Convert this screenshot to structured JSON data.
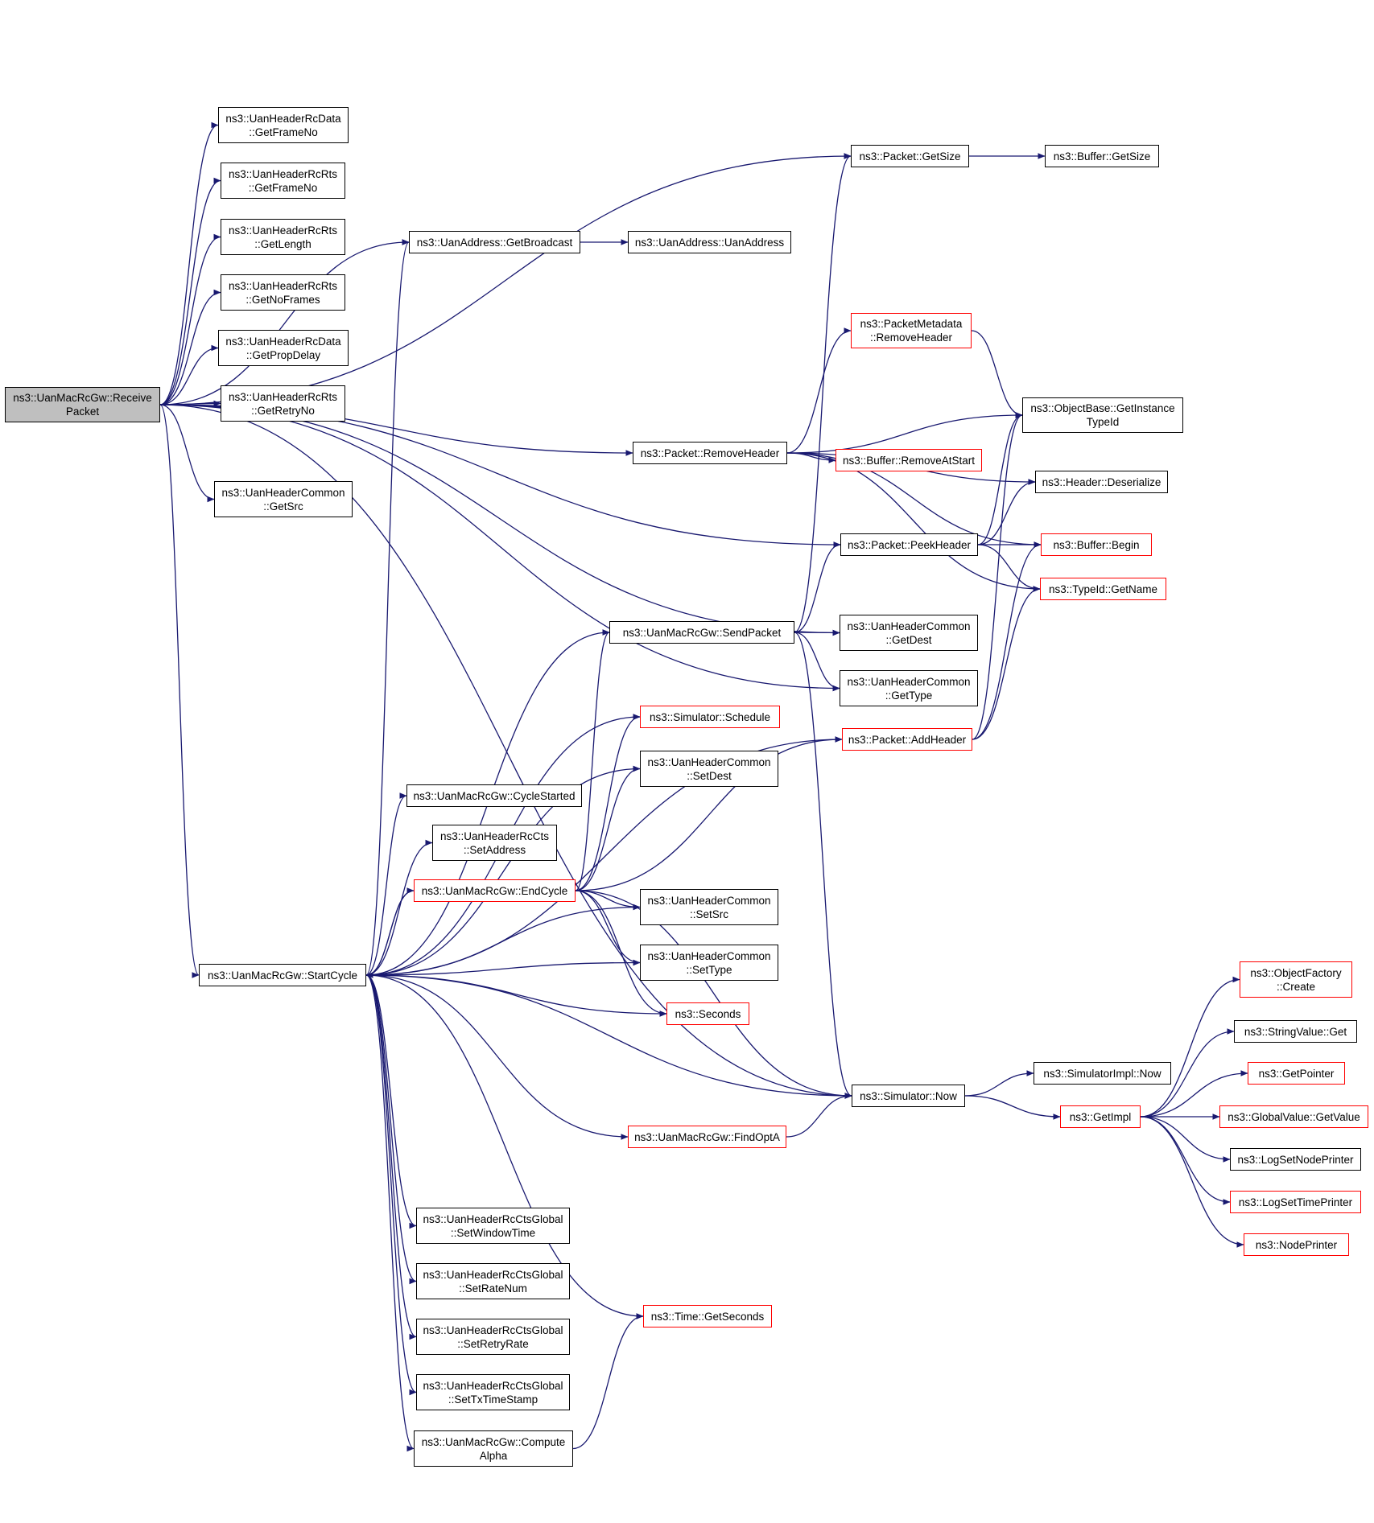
{
  "colors": {
    "edge": "#191970",
    "border": "#000000",
    "highlight_border": "#ff0000",
    "root_fill": "#bfbfbf"
  },
  "nodes": [
    {
      "id": "receive",
      "lines": [
        "ns3::UanMacRcGw::Receive",
        "Packet"
      ],
      "style": "root"
    },
    {
      "id": "data_frameno",
      "lines": [
        "ns3::UanHeaderRcData",
        "::GetFrameNo"
      ]
    },
    {
      "id": "rts_frameno",
      "lines": [
        "ns3::UanHeaderRcRts",
        "::GetFrameNo"
      ]
    },
    {
      "id": "rts_length",
      "lines": [
        "ns3::UanHeaderRcRts",
        "::GetLength"
      ]
    },
    {
      "id": "rts_noframes",
      "lines": [
        "ns3::UanHeaderRcRts",
        "::GetNoFrames"
      ]
    },
    {
      "id": "data_propdelay",
      "lines": [
        "ns3::UanHeaderRcData",
        "::GetPropDelay"
      ]
    },
    {
      "id": "rts_retryno",
      "lines": [
        "ns3::UanHeaderRcRts",
        "::GetRetryNo"
      ]
    },
    {
      "id": "common_getsrc",
      "lines": [
        "ns3::UanHeaderCommon",
        "::GetSrc"
      ]
    },
    {
      "id": "getbroadcast",
      "lines": [
        "ns3::UanAddress::GetBroadcast"
      ]
    },
    {
      "id": "uanaddress",
      "lines": [
        "ns3::UanAddress::UanAddress"
      ]
    },
    {
      "id": "packet_getsize",
      "lines": [
        "ns3::Packet::GetSize"
      ]
    },
    {
      "id": "buffer_getsize",
      "lines": [
        "ns3::Buffer::GetSize"
      ]
    },
    {
      "id": "pm_removeheader",
      "lines": [
        "ns3::PacketMetadata",
        "::RemoveHeader"
      ],
      "style": "red"
    },
    {
      "id": "getinstancetypeid",
      "lines": [
        "ns3::ObjectBase::GetInstance",
        "TypeId"
      ]
    },
    {
      "id": "packet_removeheader",
      "lines": [
        "ns3::Packet::RemoveHeader"
      ]
    },
    {
      "id": "buffer_removeatstart",
      "lines": [
        "ns3::Buffer::RemoveAtStart"
      ],
      "style": "red"
    },
    {
      "id": "header_deserialize",
      "lines": [
        "ns3::Header::Deserialize"
      ]
    },
    {
      "id": "buffer_begin",
      "lines": [
        "ns3::Buffer::Begin"
      ],
      "style": "red"
    },
    {
      "id": "packet_peekheader",
      "lines": [
        "ns3::Packet::PeekHeader"
      ]
    },
    {
      "id": "typeid_getname",
      "lines": [
        "ns3::TypeId::GetName"
      ],
      "style": "red"
    },
    {
      "id": "sendpacket",
      "lines": [
        "ns3::UanMacRcGw::SendPacket"
      ]
    },
    {
      "id": "common_getdest",
      "lines": [
        "ns3::UanHeaderCommon",
        "::GetDest"
      ]
    },
    {
      "id": "common_gettype",
      "lines": [
        "ns3::UanHeaderCommon",
        "::GetType"
      ]
    },
    {
      "id": "schedule",
      "lines": [
        "ns3::Simulator::Schedule"
      ],
      "style": "red"
    },
    {
      "id": "addheader",
      "lines": [
        "ns3::Packet::AddHeader"
      ],
      "style": "red"
    },
    {
      "id": "common_setdest",
      "lines": [
        "ns3::UanHeaderCommon",
        "::SetDest"
      ]
    },
    {
      "id": "cyclestarted",
      "lines": [
        "ns3::UanMacRcGw::CycleStarted"
      ]
    },
    {
      "id": "cts_setaddress",
      "lines": [
        "ns3::UanHeaderRcCts",
        "::SetAddress"
      ]
    },
    {
      "id": "endcycle",
      "lines": [
        "ns3::UanMacRcGw::EndCycle"
      ],
      "style": "red"
    },
    {
      "id": "common_setsrc",
      "lines": [
        "ns3::UanHeaderCommon",
        "::SetSrc"
      ]
    },
    {
      "id": "common_settype",
      "lines": [
        "ns3::UanHeaderCommon",
        "::SetType"
      ]
    },
    {
      "id": "startcycle",
      "lines": [
        "ns3::UanMacRcGw::StartCycle"
      ]
    },
    {
      "id": "seconds",
      "lines": [
        "ns3::Seconds"
      ],
      "style": "red"
    },
    {
      "id": "objectfactory_create",
      "lines": [
        "ns3::ObjectFactory",
        "::Create"
      ],
      "style": "red"
    },
    {
      "id": "stringvalue_get",
      "lines": [
        "ns3::StringValue::Get"
      ]
    },
    {
      "id": "simimpl_now",
      "lines": [
        "ns3::SimulatorImpl::Now"
      ]
    },
    {
      "id": "getpointer",
      "lines": [
        "ns3::GetPointer"
      ],
      "style": "red"
    },
    {
      "id": "simulator_now",
      "lines": [
        "ns3::Simulator::Now"
      ]
    },
    {
      "id": "getimpl",
      "lines": [
        "ns3::GetImpl"
      ],
      "style": "red"
    },
    {
      "id": "globalvalue_getvalue",
      "lines": [
        "ns3::GlobalValue::GetValue"
      ],
      "style": "red"
    },
    {
      "id": "findopta",
      "lines": [
        "ns3::UanMacRcGw::FindOptA"
      ],
      "style": "red"
    },
    {
      "id": "lognodeprinter",
      "lines": [
        "ns3::LogSetNodePrinter"
      ]
    },
    {
      "id": "logtimeprinter",
      "lines": [
        "ns3::LogSetTimePrinter"
      ],
      "style": "red"
    },
    {
      "id": "ctsg_setwindowtime",
      "lines": [
        "ns3::UanHeaderRcCtsGlobal",
        "::SetWindowTime"
      ]
    },
    {
      "id": "nodeprinter",
      "lines": [
        "ns3::NodePrinter"
      ],
      "style": "red"
    },
    {
      "id": "ctsg_setratenum",
      "lines": [
        "ns3::UanHeaderRcCtsGlobal",
        "::SetRateNum"
      ]
    },
    {
      "id": "time_getseconds",
      "lines": [
        "ns3::Time::GetSeconds"
      ],
      "style": "red"
    },
    {
      "id": "ctsg_setretryrate",
      "lines": [
        "ns3::UanHeaderRcCtsGlobal",
        "::SetRetryRate"
      ]
    },
    {
      "id": "ctsg_settxtimestamp",
      "lines": [
        "ns3::UanHeaderRcCtsGlobal",
        "::SetTxTimeStamp"
      ]
    },
    {
      "id": "computealpha",
      "lines": [
        "ns3::UanMacRcGw::Compute",
        "Alpha"
      ]
    }
  ],
  "edges": [
    [
      "receive",
      "packet_getsize"
    ],
    [
      "receive",
      "getbroadcast"
    ],
    [
      "receive",
      "data_frameno"
    ],
    [
      "receive",
      "rts_frameno"
    ],
    [
      "receive",
      "rts_length"
    ],
    [
      "receive",
      "rts_noframes"
    ],
    [
      "receive",
      "data_propdelay"
    ],
    [
      "receive",
      "rts_retryno"
    ],
    [
      "receive",
      "common_getsrc"
    ],
    [
      "receive",
      "packet_removeheader"
    ],
    [
      "receive",
      "packet_peekheader"
    ],
    [
      "receive",
      "common_getdest"
    ],
    [
      "receive",
      "common_gettype"
    ],
    [
      "receive",
      "startcycle"
    ],
    [
      "receive",
      "simulator_now"
    ],
    [
      "getbroadcast",
      "uanaddress"
    ],
    [
      "packet_getsize",
      "buffer_getsize"
    ],
    [
      "packet_removeheader",
      "pm_removeheader"
    ],
    [
      "packet_removeheader",
      "getinstancetypeid"
    ],
    [
      "packet_removeheader",
      "buffer_removeatstart"
    ],
    [
      "packet_removeheader",
      "header_deserialize"
    ],
    [
      "packet_removeheader",
      "buffer_begin"
    ],
    [
      "packet_removeheader",
      "typeid_getname"
    ],
    [
      "pm_removeheader",
      "getinstancetypeid"
    ],
    [
      "packet_peekheader",
      "getinstancetypeid"
    ],
    [
      "packet_peekheader",
      "header_deserialize"
    ],
    [
      "packet_peekheader",
      "buffer_begin"
    ],
    [
      "packet_peekheader",
      "typeid_getname"
    ],
    [
      "sendpacket",
      "packet_getsize"
    ],
    [
      "sendpacket",
      "packet_peekheader"
    ],
    [
      "sendpacket",
      "common_getdest"
    ],
    [
      "sendpacket",
      "common_gettype"
    ],
    [
      "sendpacket",
      "simulator_now"
    ],
    [
      "addheader",
      "getinstancetypeid"
    ],
    [
      "addheader",
      "buffer_begin"
    ],
    [
      "addheader",
      "typeid_getname"
    ],
    [
      "startcycle",
      "getbroadcast"
    ],
    [
      "startcycle",
      "sendpacket"
    ],
    [
      "startcycle",
      "schedule"
    ],
    [
      "startcycle",
      "common_setdest"
    ],
    [
      "startcycle",
      "cyclestarted"
    ],
    [
      "startcycle",
      "cts_setaddress"
    ],
    [
      "startcycle",
      "endcycle"
    ],
    [
      "startcycle",
      "common_setsrc"
    ],
    [
      "startcycle",
      "common_settype"
    ],
    [
      "startcycle",
      "seconds"
    ],
    [
      "startcycle",
      "addheader"
    ],
    [
      "startcycle",
      "simulator_now"
    ],
    [
      "startcycle",
      "findopta"
    ],
    [
      "startcycle",
      "time_getseconds"
    ],
    [
      "startcycle",
      "ctsg_setwindowtime"
    ],
    [
      "startcycle",
      "ctsg_setratenum"
    ],
    [
      "startcycle",
      "ctsg_setretryrate"
    ],
    [
      "startcycle",
      "ctsg_settxtimestamp"
    ],
    [
      "startcycle",
      "computealpha"
    ],
    [
      "endcycle",
      "startcycle"
    ],
    [
      "endcycle",
      "sendpacket"
    ],
    [
      "endcycle",
      "schedule"
    ],
    [
      "endcycle",
      "common_setdest"
    ],
    [
      "endcycle",
      "addheader"
    ],
    [
      "endcycle",
      "simulator_now"
    ],
    [
      "endcycle",
      "common_setsrc"
    ],
    [
      "endcycle",
      "common_settype"
    ],
    [
      "endcycle",
      "seconds"
    ],
    [
      "findopta",
      "simulator_now"
    ],
    [
      "computealpha",
      "time_getseconds"
    ],
    [
      "simulator_now",
      "simimpl_now"
    ],
    [
      "simulator_now",
      "getimpl"
    ],
    [
      "getimpl",
      "objectfactory_create"
    ],
    [
      "getimpl",
      "stringvalue_get"
    ],
    [
      "getimpl",
      "getpointer"
    ],
    [
      "getimpl",
      "globalvalue_getvalue"
    ],
    [
      "getimpl",
      "lognodeprinter"
    ],
    [
      "getimpl",
      "logtimeprinter"
    ],
    [
      "getimpl",
      "nodeprinter"
    ]
  ]
}
